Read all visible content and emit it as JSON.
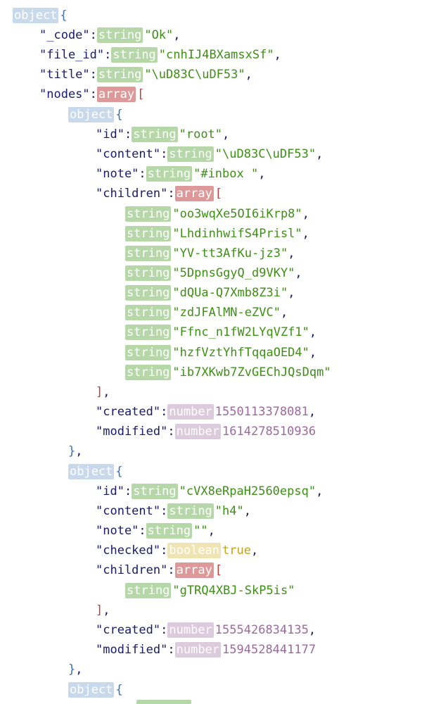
{
  "type_labels": {
    "object": "object",
    "array": "array",
    "string": "string",
    "number": "number",
    "boolean": "boolean"
  },
  "colors": {
    "object_tag": "#c9d9ec",
    "array_tag": "#dd9999",
    "string_tag": "#b6d7a8",
    "number_tag": "#dccbdc",
    "boolean_tag": "#f1e4b3",
    "key_text": "#1a1a6b",
    "string_value": "#3e8f16",
    "number_value": "#9a6b9a",
    "boolean_value": "#c2a31a"
  },
  "root": {
    "code_key": "\"_code\"",
    "code_value": "\"Ok\"",
    "file_id_key": "\"file_id\"",
    "file_id_value": "\"cnhIJ4BXamsxSf\"",
    "title_key": "\"title\"",
    "title_value": "\"\\uD83C\\uDF53\"",
    "nodes_key": "\"nodes\""
  },
  "node0": {
    "id_key": "\"id\"",
    "id_value": "\"root\"",
    "content_key": "\"content\"",
    "content_value": "\"\\uD83C\\uDF53\"",
    "note_key": "\"note\"",
    "note_value": "\"#inbox \"",
    "children_key": "\"children\"",
    "children": [
      "\"oo3wqXe5OI6iKrp8\"",
      "\"LhdinhwifS4Prisl\"",
      "\"YV-tt3AfKu-jz3\"",
      "\"5DpnsGgyQ_d9VKY\"",
      "\"dQUa-Q7Xmb8Z3i\"",
      "\"zdJFAlMN-eZVC\"",
      "\"Ffnc_n1fW2LYqVZf1\"",
      "\"hzfVztYhfTqqaOED4\"",
      "\"ib7XKwb7ZvGEChJQsDqm\""
    ],
    "created_key": "\"created\"",
    "created_value": "1550113378081",
    "modified_key": "\"modified\"",
    "modified_value": "1614278510936"
  },
  "node1": {
    "id_key": "\"id\"",
    "id_value": "\"cVX8eRpaH2560epsq\"",
    "content_key": "\"content\"",
    "content_value": "\"h4\"",
    "note_key": "\"note\"",
    "note_value": "\"\"",
    "checked_key": "\"checked\"",
    "checked_value": "true",
    "children_key": "\"children\"",
    "children": [
      "\"gTRQ4XBJ-SkP5is\""
    ],
    "created_key": "\"created\"",
    "created_value": "1555426834135",
    "modified_key": "\"modified\"",
    "modified_value": "1594528441177"
  }
}
